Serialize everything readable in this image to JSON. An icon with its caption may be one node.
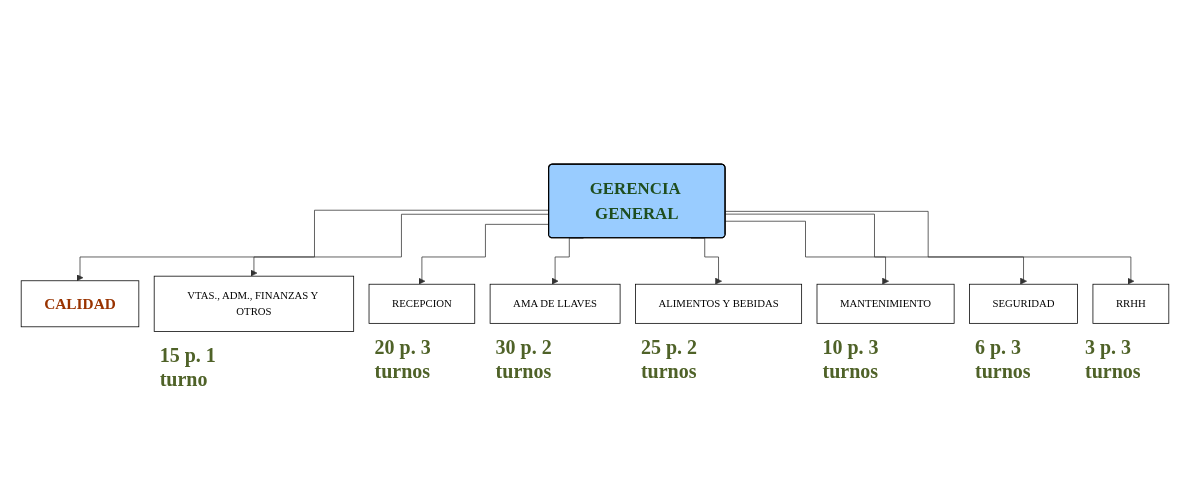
{
  "diagram": {
    "nodes": [
      {
        "text": [
          "GERENCIA GENERAL"
        ]
      },
      {
        "text": [
          "CALIDAD"
        ]
      },
      {
        "text": [
          "VTAS., ADM., FINANZAS Y OTROS"
        ],
        "beside": [
          "15 p. 1 turno"
        ]
      },
      {
        "text": [
          "RECEPCION"
        ],
        "beside": [
          "20 p. 3 turnos"
        ]
      },
      {
        "text": [
          "AMA DE LLAVES"
        ],
        "beside": [
          "30 p. 2 turnos"
        ]
      },
      {
        "text": [
          "ALIMENTOS Y BEBIDAS"
        ],
        "beside": [
          "25 p. 2 turnos"
        ]
      },
      {
        "text": [
          "MANTENIMIENTO"
        ],
        "beside": [
          "10 p. 3 turnos"
        ]
      },
      {
        "text": [
          "SEGURIDAD"
        ],
        "beside": [
          "6 p. 3 turnos"
        ]
      },
      {
        "text": [
          "RRHH"
        ],
        "beside": [
          "3 p. 3 turnos"
        ]
      }
    ],
    "edges": [
      {
        "from": 0,
        "to": 1,
        "arrow": "to"
      },
      {
        "from": 0,
        "to": 2,
        "arrow": "to"
      },
      {
        "from": 0,
        "to": 3,
        "arrow": "to"
      },
      {
        "from": 0,
        "to": 4,
        "arrow": "to"
      },
      {
        "from": 0,
        "to": 5,
        "arrow": "to"
      },
      {
        "from": 0,
        "to": 6,
        "arrow": "to"
      },
      {
        "from": 0,
        "to": 7,
        "arrow": "to"
      },
      {
        "from": 0,
        "to": 8,
        "arrow": "to"
      }
    ]
  }
}
